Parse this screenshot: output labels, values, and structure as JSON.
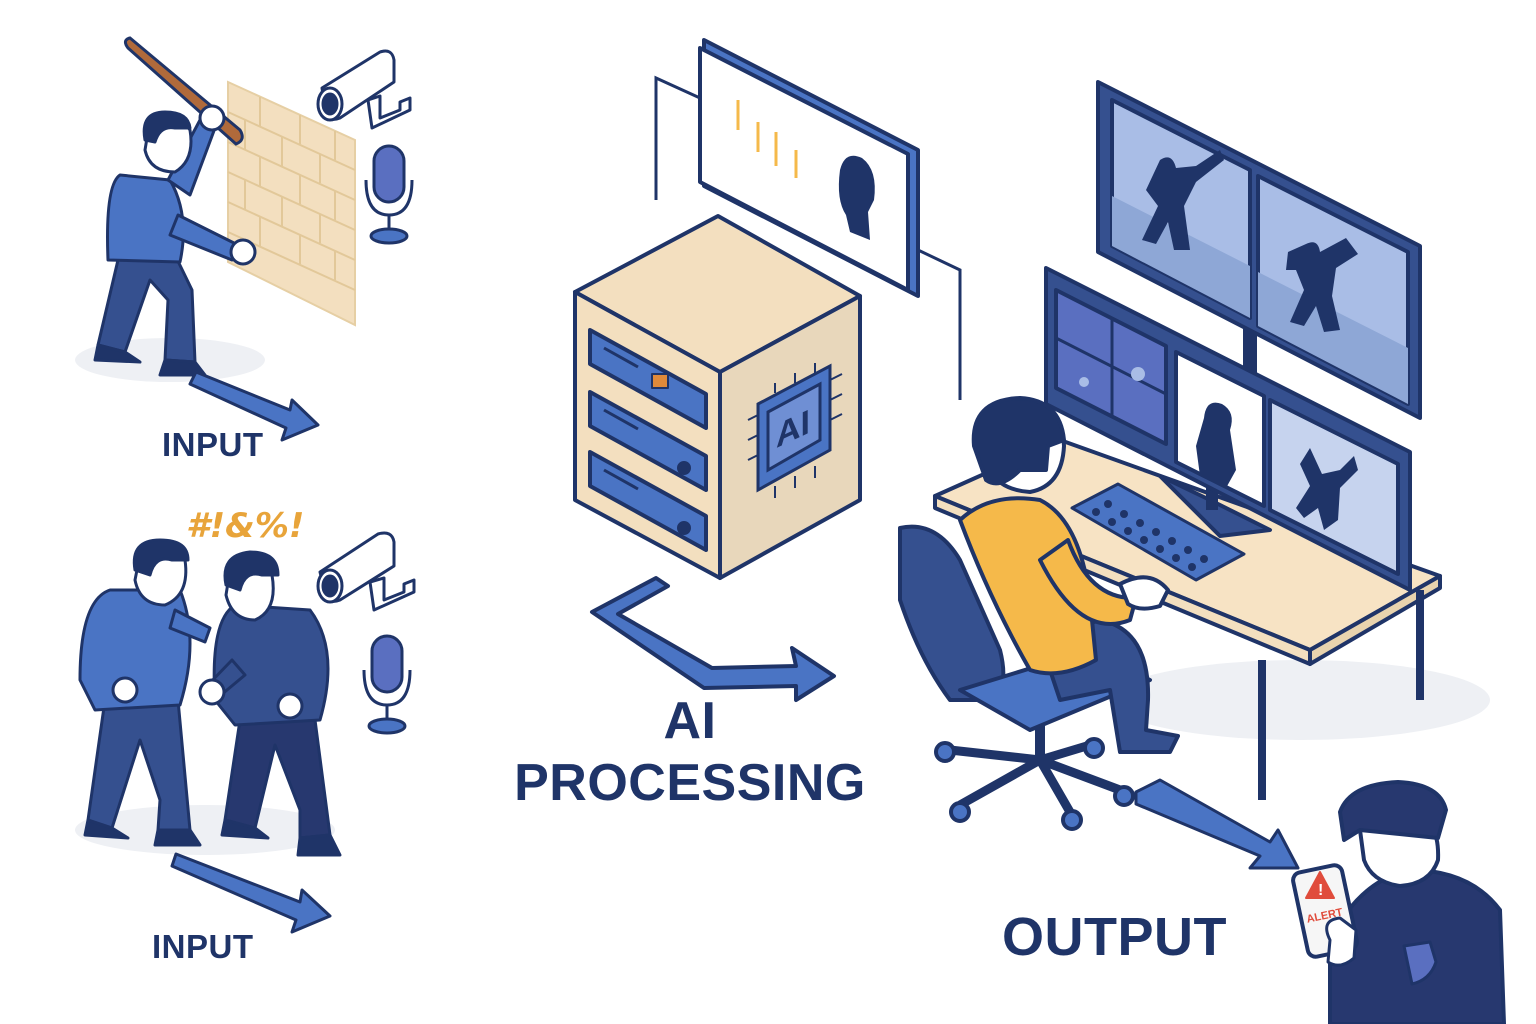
{
  "labels": {
    "input_top": "INPUT",
    "input_bottom": "INPUT",
    "ai_line1": "AI",
    "ai_line2": "PROCESSING",
    "output": "OUTPUT"
  },
  "server": {
    "chip_text": "AI"
  },
  "scene_text": {
    "swearing": "#!&%!"
  },
  "phone": {
    "alert_text": "ALERT"
  },
  "colors": {
    "navy": "#1f3468",
    "blue": "#4a74c4",
    "light_blue": "#a9bde6",
    "beige": "#f3dfbf",
    "orange": "#f5b94a",
    "accent_orange": "#e8a43a"
  },
  "icons": [
    "baseball-bat-icon",
    "security-camera-icon",
    "microphone-icon",
    "brick-wall-icon",
    "server-icon",
    "ai-chip-icon",
    "monitor-icon",
    "keyboard-icon",
    "office-chair-icon",
    "smartphone-alert-icon",
    "police-officer-icon",
    "arrow-icon"
  ]
}
